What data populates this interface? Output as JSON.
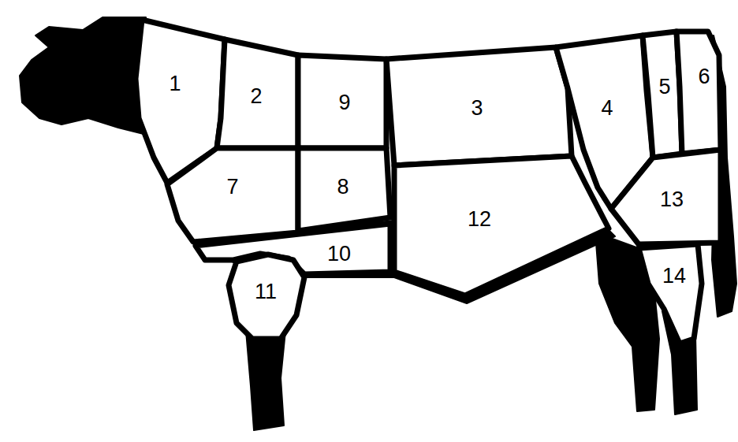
{
  "diagram": {
    "labels": [
      "1",
      "2",
      "9",
      "3",
      "4",
      "5",
      "6",
      "7",
      "8",
      "12",
      "13",
      "10",
      "14",
      "11"
    ]
  }
}
